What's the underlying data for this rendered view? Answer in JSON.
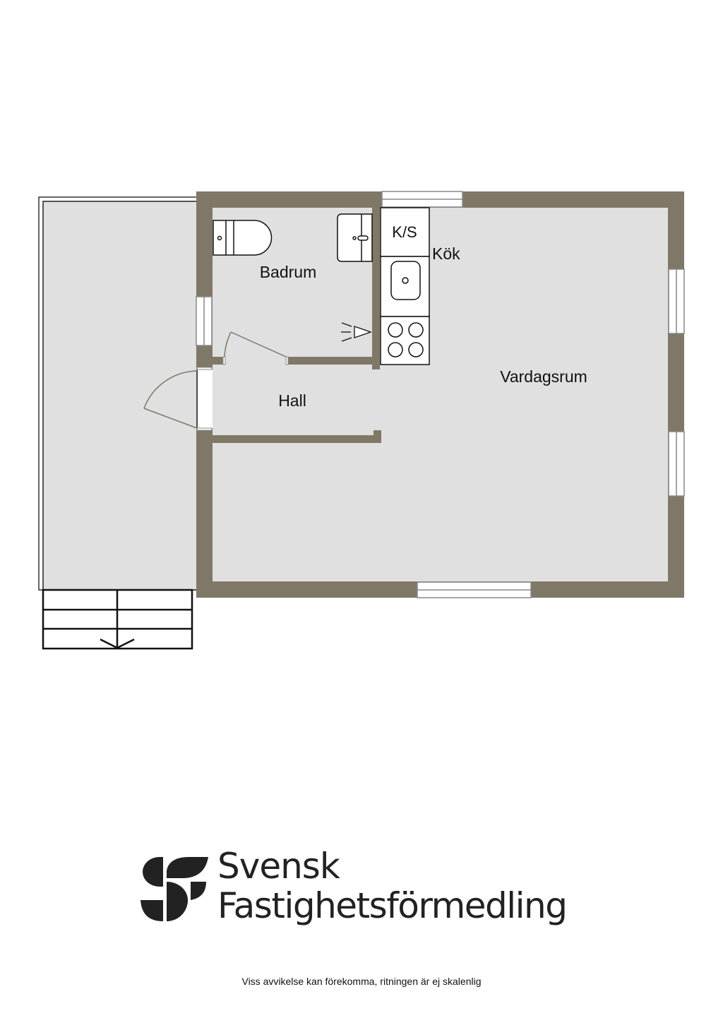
{
  "floorplan": {
    "rooms": [
      {
        "id": "badrum",
        "label": "Badrum"
      },
      {
        "id": "kok",
        "label": "Kök"
      },
      {
        "id": "hall",
        "label": "Hall"
      },
      {
        "id": "vardagsrum",
        "label": "Vardagsrum"
      }
    ],
    "fixtures": {
      "ks_label": "K/S"
    },
    "colors": {
      "wall": "#807867",
      "floor": "#e0e0e0",
      "window": "#ffffff",
      "line": "#111111"
    }
  },
  "brand": {
    "line1": "Svensk",
    "line2": "Fastighetsförmedling"
  },
  "footer": {
    "disclaimer": "Viss avvikelse kan förekomma, ritningen är ej skalenlig"
  }
}
